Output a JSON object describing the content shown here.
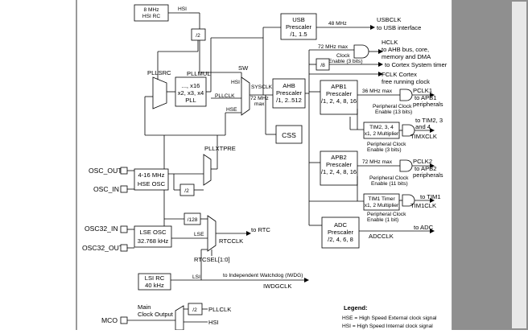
{
  "colors": {
    "scrollbar": "#8f8f8f",
    "scrollbar_thumb": "#e8e8e8",
    "page": "#ffffff",
    "ink": "#000000"
  },
  "blocks": {
    "hsi_rc": [
      "8 MHz",
      "HSI RC"
    ],
    "usb_prescaler": [
      "USB",
      "Prescaler",
      "/1, 1.5"
    ],
    "pllmul": [
      "PLLMUL",
      "..., x16",
      "x2, x3, x4",
      "PLL"
    ],
    "ahb_prescaler": [
      "AHB",
      "Prescaler",
      "/1, 2..512"
    ],
    "apb1_prescaler": [
      "APB1",
      "Prescaler",
      "/1, 2, 4, 8, 16"
    ],
    "tim234_mult": [
      "TIM2, 3, 4",
      "x1, 2 Multiplier"
    ],
    "apb2_prescaler": [
      "APB2",
      "Prescaler",
      "/1, 2, 4, 8, 16"
    ],
    "tim1_mult": [
      "TIM1 Timer",
      "x1, 2 Multiplier"
    ],
    "adc_prescaler": [
      "ADC",
      "Prescaler",
      "/2, 4, 6, 8"
    ],
    "hse_osc": [
      "4-16 MHz",
      "HSE OSC"
    ],
    "lse_osc": [
      "LSE OSC",
      "32.768 kHz"
    ],
    "lsi_rc": [
      "LSI RC",
      "40 kHz"
    ],
    "css": "CSS",
    "div2_hsi": "/2",
    "div2_hse": "/2",
    "div8": "/8",
    "div128": "/128",
    "div2_mco": "/2"
  },
  "mux_labels": {
    "pllsrc": "PLLSRC",
    "sw": "SW",
    "pllxtpre": "PLLXTPRE",
    "rtcsel": "RTCSEL[1:0]"
  },
  "pins": [
    "OSC_OUT",
    "OSC_IN",
    "OSC32_IN",
    "OSC32_OUT",
    "MCO"
  ],
  "signals": {
    "hsi": "HSI",
    "hsi_sw": "HSI",
    "pllclk_sw": "PLLCLK",
    "hse_sw": "HSE",
    "sysclk": "SYSCLK",
    "mhz72_sys": [
      "72 MHz",
      "max"
    ],
    "mhz48": "48 MHz",
    "usbclk": "USBCLK",
    "to_usb": "to USB interface",
    "mhz72_max_top": "72 MHz max",
    "hclk": [
      "HCLK",
      "to AHB bus, core,",
      "memory and DMA"
    ],
    "clock_enable_3bits": [
      "Clock",
      "Enable (3 bits)"
    ],
    "to_cortex_timer": "to Cortex System timer",
    "fclk": [
      "FCLK Cortex",
      "free running clock"
    ],
    "mhz36_max": "36 MHz max",
    "pclk1": [
      "PCLK1",
      "to APB1",
      "peripherals"
    ],
    "pce_13": [
      "Peripheral Clock",
      "Enable (13 bits)"
    ],
    "tim234clk": [
      "to TIM2, 3",
      "and 4",
      "TIMXCLK"
    ],
    "pce_3": [
      "Peripheral Clock",
      "Enable (3 bits)"
    ],
    "mhz72_max_apb2": "72 MHz max",
    "pclk2": [
      "PCLK2",
      "to APB2",
      "peripherals"
    ],
    "pce_11": [
      "Peripheral Clock",
      "Enable (11 bits)"
    ],
    "tim1clk": [
      "to TIM1",
      "TIM1CLK"
    ],
    "pce_1": [
      "Peripheral Clock",
      "Enable (1 bit)"
    ],
    "to_adc": "to ADC",
    "adcclk": "ADCCLK",
    "lse": "LSE",
    "to_rtc": "to RTC",
    "rtcclk": "RTCCLK",
    "lsi": "LSI",
    "to_iwdg": "to Independent Watchdog (IWDG)",
    "iwdgclk": "IWDGCLK",
    "mco_caption": [
      "Main",
      "Clock Output"
    ],
    "mco_pllclk": "PLLCLK",
    "mco_hsi": "HSI"
  },
  "legend": {
    "title": "Legend:",
    "lines": [
      "HSE = High Speed External clock signal",
      "HSI = High Speed Internal clock signal"
    ]
  }
}
